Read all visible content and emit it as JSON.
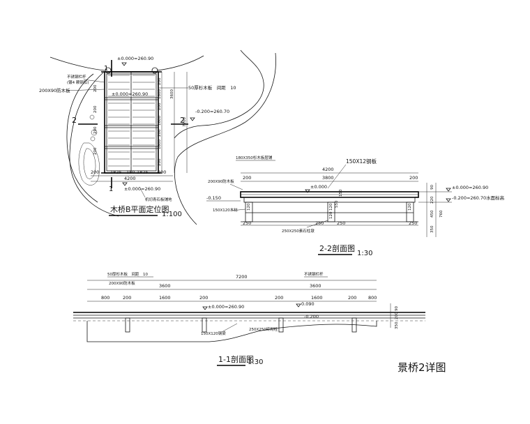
{
  "page": {
    "title": "景桥2详图"
  },
  "plan": {
    "title": "木桥B平面定位图",
    "scale": "1:100",
    "elev_top": "±0.000=260.90",
    "elev_mid": "±0.000=260.90",
    "elev_bottom": "±0.000=260.90",
    "elev_right": "-0.200=260.70",
    "label_handrail": "不锈钢栏杆",
    "label_handrail2": "(镀4 颗钢扣)",
    "label_beam": "200X90防木板",
    "label_deck": "50厚杉木板　间距　10",
    "label_stone": "机切青石板铺地",
    "dims_bottom": [
      "200",
      "1825",
      "150",
      "1825",
      "200"
    ],
    "dim_total": "4200",
    "dims_right": [
      "200",
      "1800",
      "200",
      "3600",
      "1600",
      "200",
      "1600",
      "200",
      "7200"
    ],
    "dims_left": [
      "200",
      "200",
      "200",
      "200"
    ],
    "markers": [
      "1",
      "1",
      "2",
      "2"
    ]
  },
  "s22": {
    "title": "2-2剖面图",
    "scale": "1:30",
    "label_top_beam": "180X350杉木板层铺",
    "label_steel": "150X12钢板",
    "label_board": "200X90防木板",
    "label_zero": "±0.000",
    "label_neg": "-0.150",
    "label_joist": "150X120木枋",
    "label_post": "250X250素石柱墩",
    "elev1": "±0.000=260.90",
    "elev2": "-0.200=260.70水面标高",
    "dim_total": "4200",
    "dim_inner": "3800",
    "dims_side": [
      "200",
      "200"
    ],
    "dims_mid": [
      "120",
      "120",
      "120",
      "120",
      "550",
      "150"
    ],
    "dims_bottom": [
      "250",
      "250",
      "250",
      "250"
    ],
    "dims_right": [
      "90",
      "220",
      "450",
      "350",
      "760"
    ]
  },
  "s11": {
    "title": "1-1剖面图",
    "scale": "1:30",
    "label_deck": "50厚杉木板　间距　10",
    "label_beam": "200X90防木板",
    "label_handrail": "不锈钢栏杆",
    "label_zero": "±0.000=260.90",
    "label_090": "0.090",
    "label_n200": "-0.200",
    "label_joist": "150X120钢梁",
    "label_post": "250X250砖砌柱",
    "dim_total": "7200",
    "dim_half1": "3600",
    "dim_half2": "3600",
    "dims_row": [
      "800",
      "200",
      "1600",
      "200",
      "200",
      "1600",
      "200",
      "800"
    ],
    "dims_right": [
      "90",
      "200",
      "350"
    ]
  }
}
